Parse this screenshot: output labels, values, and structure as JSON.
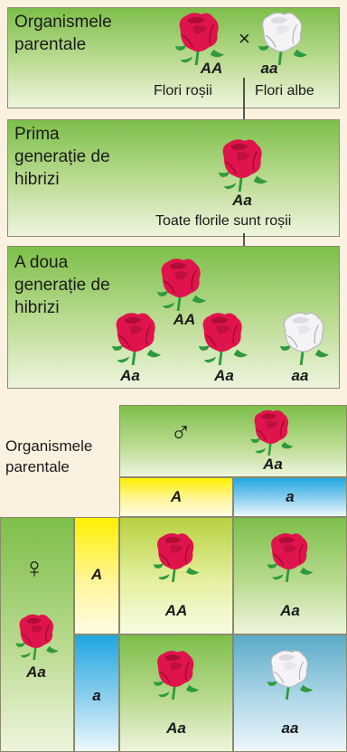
{
  "panel1": {
    "title": "Organismele parentale",
    "cross_symbol": "×",
    "geno_left": "AA",
    "geno_right": "aa",
    "caption_left": "Flori roșii",
    "caption_right": "Flori albe"
  },
  "panel2": {
    "title": "Prima generație de hibrizi",
    "geno": "Aa",
    "caption": "Toate florile sunt roșii"
  },
  "panel3": {
    "title": "A doua generație de hibrizi",
    "geno_top": "AA",
    "geno_1": "Aa",
    "geno_2": "Aa",
    "geno_3": "aa"
  },
  "punnett": {
    "parents_label": "Organismele parentale",
    "male_symbol": "♂",
    "female_symbol": "♀",
    "male_geno": "Aa",
    "female_geno": "Aa",
    "col_alleles": [
      "A",
      "a"
    ],
    "row_alleles": [
      "A",
      "a"
    ],
    "cells": [
      "AA",
      "Aa",
      "Aa",
      "aa"
    ]
  },
  "colors": {
    "red_flower": "#e0144c",
    "white_flower": "#f4f4f6",
    "leaf": "#2e9a3e"
  }
}
